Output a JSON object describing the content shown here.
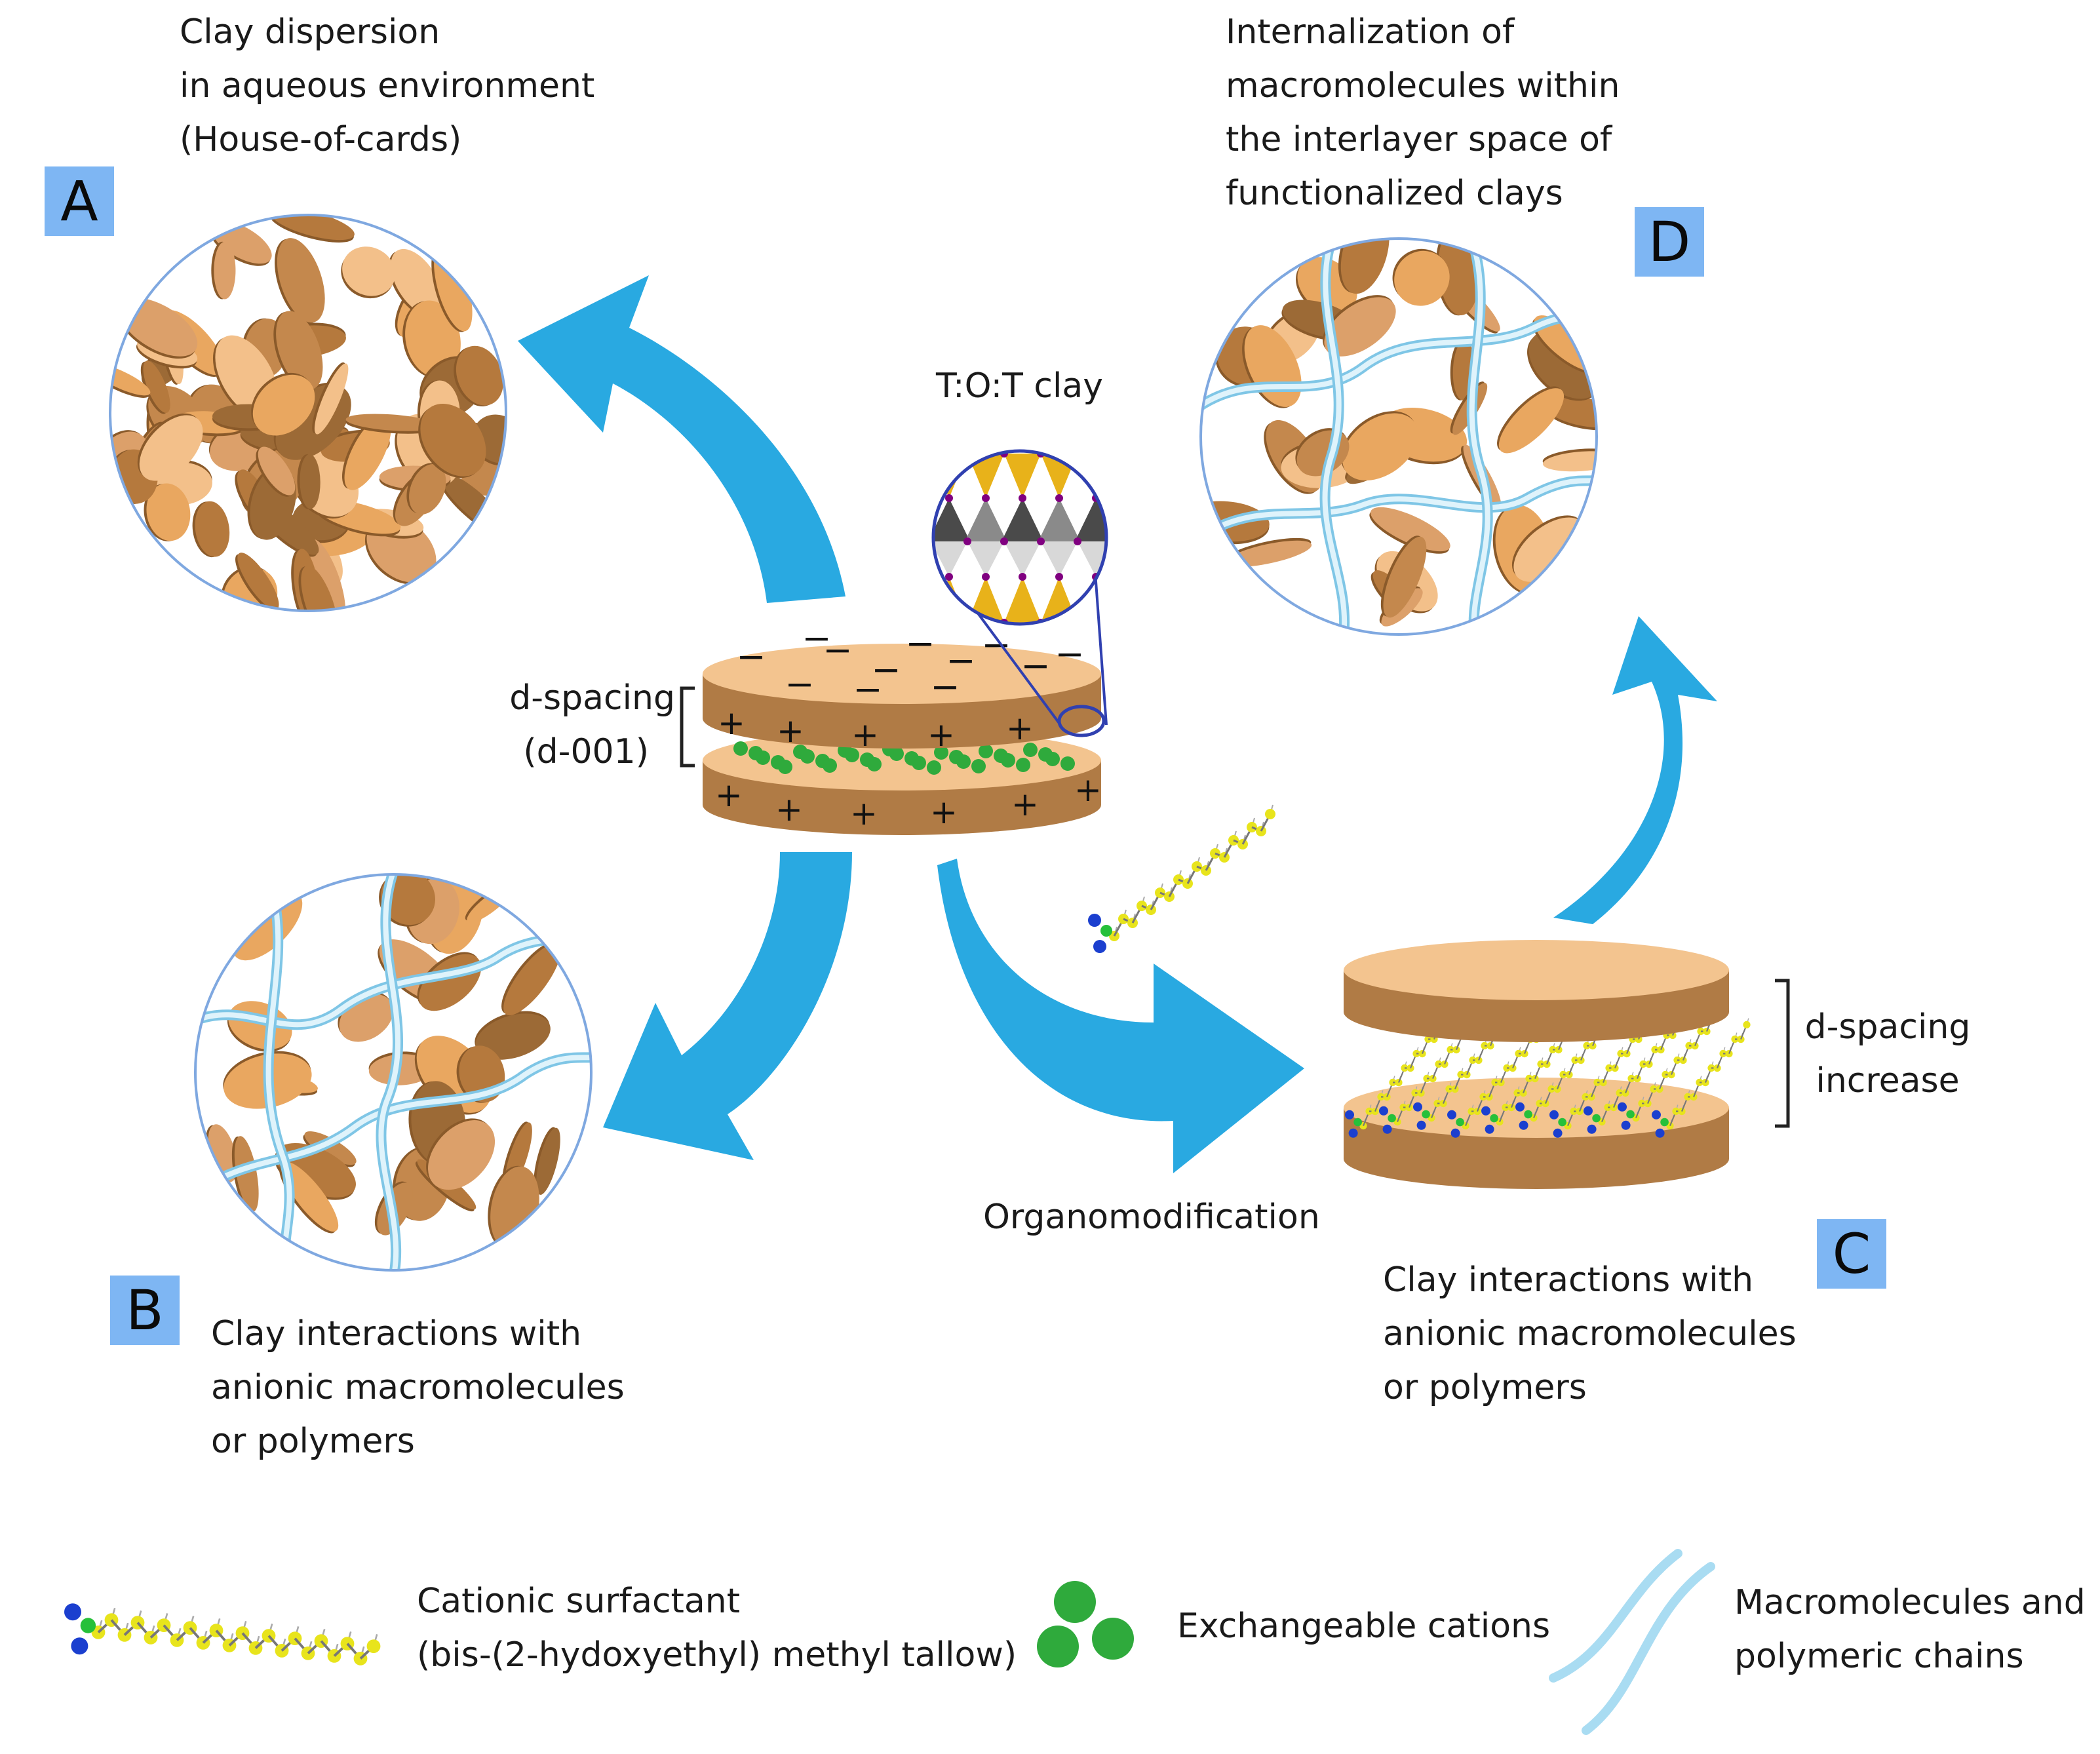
{
  "panels": {
    "A": {
      "tag": "A",
      "caption": [
        "Clay dispersion",
        "in aqueous environment",
        "(House-of-cards)"
      ]
    },
    "B": {
      "tag": "B",
      "caption": [
        "Clay interactions with",
        "anionic macromolecules",
        "or polymers"
      ]
    },
    "C": {
      "tag": "C",
      "caption": [
        "Clay interactions with",
        "anionic macromolecules",
        "or polymers"
      ]
    },
    "D": {
      "tag": "D",
      "caption": [
        "Internalization of",
        "macromolecules within",
        "the interlayer space of",
        "functionalized clays"
      ]
    }
  },
  "center": {
    "tot_label": "T:O:T clay",
    "dspacing_label": [
      "d-spacing",
      "(d-001)"
    ],
    "top_charge": "−",
    "bottom_charge": "+"
  },
  "right": {
    "dspacing_increase": [
      "d-spacing",
      "increase"
    ],
    "organomod_label": "Organomodification"
  },
  "legend": {
    "surfactant": [
      "Cationic surfactant",
      "(bis-(2-hydoxyethyl) methyl tallow)"
    ],
    "cations": "Exchangeable cations",
    "chains": [
      "Macromolecules and",
      "polymeric chains"
    ]
  },
  "colors": {
    "arrow": "#29a9e1",
    "tag_bg": "#7eb6f3",
    "clay_light": "#f0bd85",
    "clay_dark": "#9c6a36",
    "cation": "#2faa3c",
    "chain": "#a9dcf2",
    "carbon": "#e8e41c",
    "nitrogen": "#1b3fcf",
    "oxygen_alt": "#26c03a",
    "silicate": "#e8b21a",
    "octahedral": "#6d6d6d",
    "oxygen": "#800080"
  }
}
